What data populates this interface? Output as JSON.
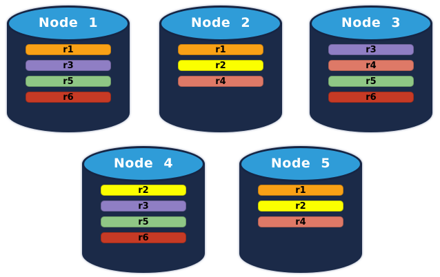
{
  "colors": {
    "background": "#ffffff",
    "cylinder_body": "#1b2a48",
    "cylinder_top_fill": "#2f9cd8",
    "cylinder_top_border": "#162544",
    "node_title_text": "#ffffff",
    "bar_text": "#000000"
  },
  "replica_colors": {
    "r1": "#f9a116",
    "r2": "#fbff00",
    "r3": "#8f7ec4",
    "r4": "#de7967",
    "r5": "#8fc785",
    "r6": "#c63a25"
  },
  "nodes": [
    {
      "label": "Node 1",
      "replicas": [
        "r1",
        "r3",
        "r5",
        "r6"
      ]
    },
    {
      "label": "Node 2",
      "replicas": [
        "r1",
        "r2",
        "r4"
      ]
    },
    {
      "label": "Node 3",
      "replicas": [
        "r3",
        "r4",
        "r5",
        "r6"
      ]
    },
    {
      "label": "Node 4",
      "replicas": [
        "r2",
        "r3",
        "r5",
        "r6"
      ]
    },
    {
      "label": "Node 5",
      "replicas": [
        "r1",
        "r2",
        "r4"
      ]
    }
  ]
}
